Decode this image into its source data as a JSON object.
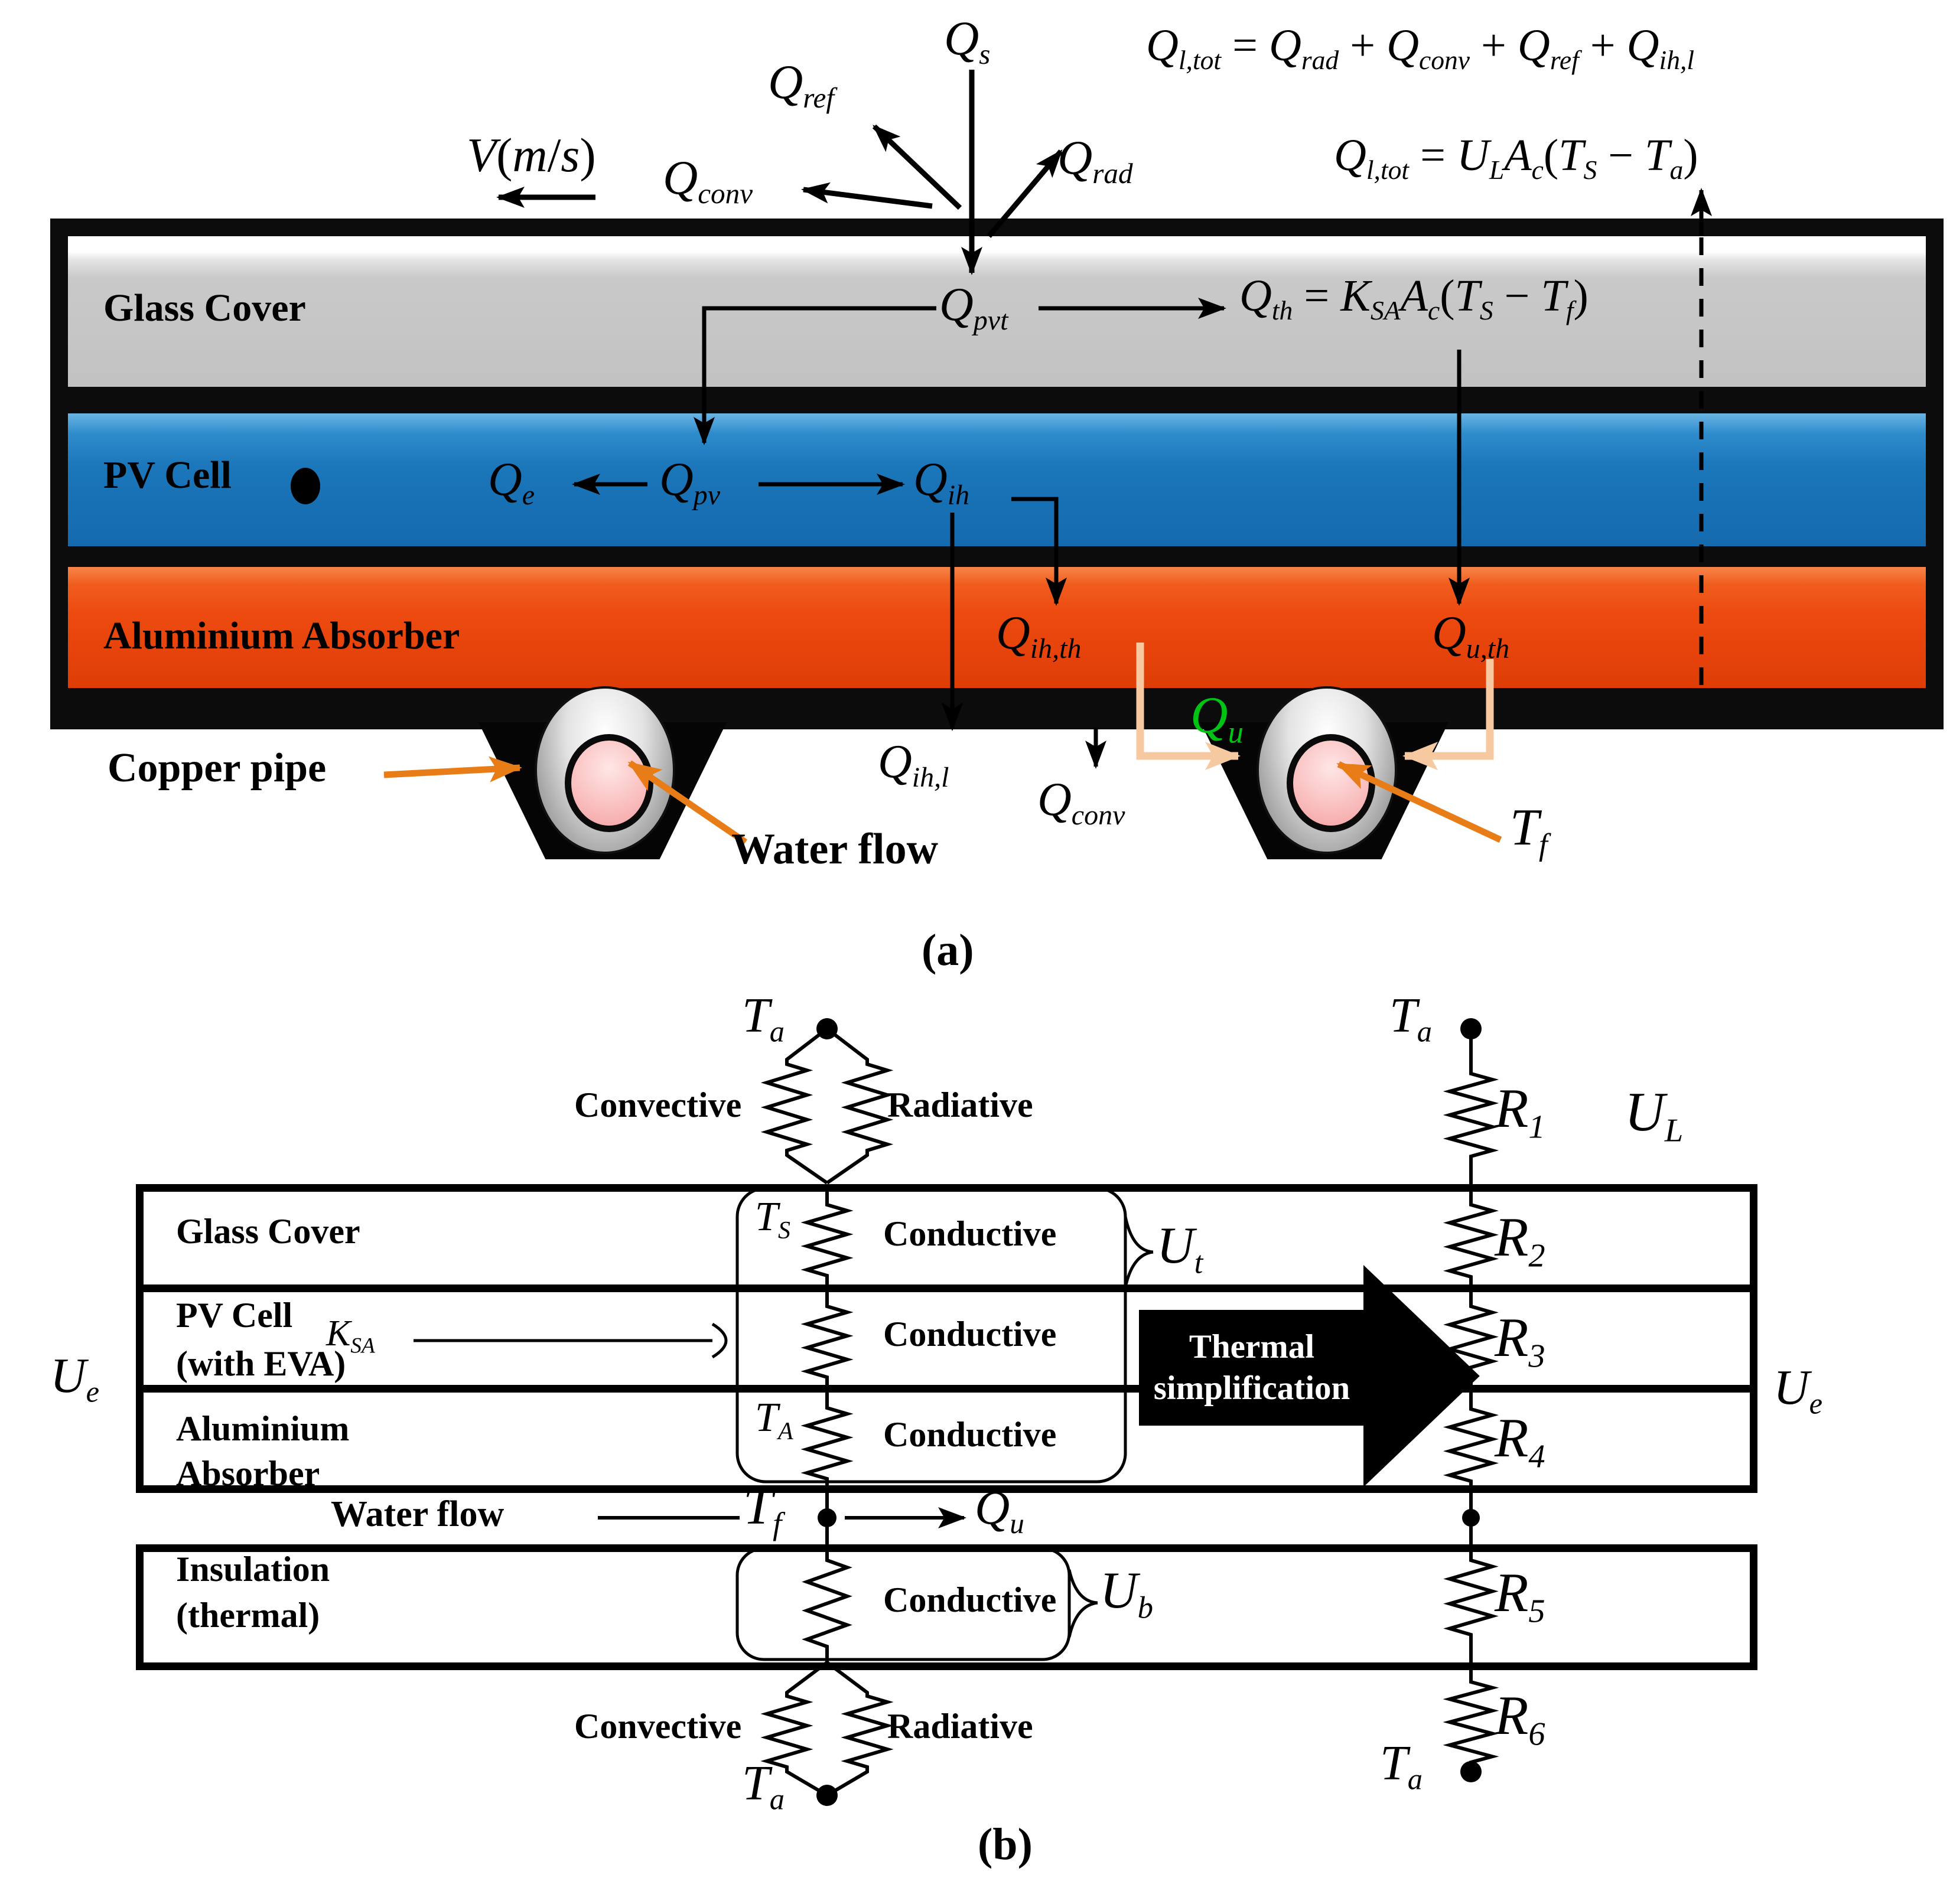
{
  "figure_a": {
    "caption": "(a)",
    "equations": {
      "loss_total": [
        [
          "v",
          "Q"
        ],
        [
          "s",
          "l,tot"
        ],
        [
          "p",
          " = "
        ],
        [
          "v",
          "Q"
        ],
        [
          "s",
          "rad"
        ],
        [
          "p",
          " + "
        ],
        [
          "v",
          "Q"
        ],
        [
          "s",
          "conv"
        ],
        [
          "p",
          " + "
        ],
        [
          "v",
          "Q"
        ],
        [
          "s",
          "ref"
        ],
        [
          "p",
          " + "
        ],
        [
          "v",
          "Q"
        ],
        [
          "s",
          "ih,l"
        ]
      ],
      "loss_ul": [
        [
          "v",
          "Q"
        ],
        [
          "s",
          "l,tot"
        ],
        [
          "p",
          " = "
        ],
        [
          "v",
          "U"
        ],
        [
          "s",
          "L"
        ],
        [
          "v",
          "A"
        ],
        [
          "s",
          "c"
        ],
        [
          "p",
          "("
        ],
        [
          "v",
          "T"
        ],
        [
          "s",
          "S"
        ],
        [
          "p",
          " − "
        ],
        [
          "v",
          "T"
        ],
        [
          "s",
          "a"
        ],
        [
          "p",
          ")"
        ]
      ],
      "q_th": [
        [
          "v",
          "Q"
        ],
        [
          "s",
          "th"
        ],
        [
          "p",
          " = "
        ],
        [
          "v",
          "K"
        ],
        [
          "s",
          "SA"
        ],
        [
          "v",
          "A"
        ],
        [
          "s",
          "c"
        ],
        [
          "p",
          "("
        ],
        [
          "v",
          "T"
        ],
        [
          "s",
          "S"
        ],
        [
          "p",
          " − "
        ],
        [
          "v",
          "T"
        ],
        [
          "s",
          "f"
        ],
        [
          "p",
          ")"
        ]
      ]
    },
    "flux": {
      "qs": [
        [
          "v",
          "Q"
        ],
        [
          "s",
          "s"
        ]
      ],
      "qref": [
        [
          "v",
          "Q"
        ],
        [
          "s",
          "ref"
        ]
      ],
      "qconv_top": [
        [
          "v",
          "Q"
        ],
        [
          "s",
          "conv"
        ]
      ],
      "qrad": [
        [
          "v",
          "Q"
        ],
        [
          "s",
          "rad"
        ]
      ],
      "wind": [
        [
          "v",
          "V"
        ],
        [
          "p",
          "("
        ],
        [
          "v",
          "m"
        ],
        [
          "p",
          "/"
        ],
        [
          "v",
          "s"
        ],
        [
          "p",
          ")"
        ]
      ],
      "qpvt": [
        [
          "v",
          "Q"
        ],
        [
          "s",
          "pvt"
        ]
      ],
      "qpv": [
        [
          "v",
          "Q"
        ],
        [
          "s",
          "pv"
        ]
      ],
      "qe": [
        [
          "v",
          "Q"
        ],
        [
          "s",
          "e"
        ]
      ],
      "qih": [
        [
          "v",
          "Q"
        ],
        [
          "s",
          "ih"
        ]
      ],
      "qih_th": [
        [
          "v",
          "Q"
        ],
        [
          "s",
          "ih,th"
        ]
      ],
      "qu_th": [
        [
          "v",
          "Q"
        ],
        [
          "s",
          "u,th"
        ]
      ],
      "qih_l": [
        [
          "v",
          "Q"
        ],
        [
          "s",
          "ih,l"
        ]
      ],
      "qconv_btm": [
        [
          "v",
          "Q"
        ],
        [
          "s",
          "conv"
        ]
      ],
      "qu": [
        [
          "v",
          "Q"
        ],
        [
          "s",
          "u"
        ]
      ],
      "tf": [
        [
          "v",
          "T"
        ],
        [
          "s",
          "f"
        ]
      ]
    },
    "layers": {
      "glass": "Glass Cover",
      "pv": "PV Cell",
      "absorber": "Aluminium  Absorber"
    },
    "annotations": {
      "copper_pipe": "Copper pipe",
      "water_flow": "Water flow"
    }
  },
  "figure_b": {
    "caption": "(b)",
    "rows": {
      "glass": "Glass Cover",
      "pv_line1": "PV Cell",
      "pv_line2": "(with EVA)",
      "abs_line1": "Aluminium",
      "abs_line2": "Absorber",
      "ins_line1": "Insulation",
      "ins_line2": "(thermal)"
    },
    "resistor_types": {
      "convective": "Convective",
      "radiative": "Radiative",
      "conductive": "Conductive"
    },
    "nodes": {
      "ta": [
        [
          "v",
          "T"
        ],
        [
          "s",
          "a"
        ]
      ],
      "ts": [
        [
          "v",
          "T"
        ],
        [
          "s",
          "S"
        ]
      ],
      "tA": [
        [
          "v",
          "T"
        ],
        [
          "s",
          "A"
        ]
      ],
      "tf": [
        [
          "v",
          "T"
        ],
        [
          "s",
          "f"
        ]
      ]
    },
    "coefficients": {
      "ksa": [
        [
          "v",
          "K"
        ],
        [
          "s",
          "SA"
        ]
      ],
      "ut": [
        [
          "v",
          "U"
        ],
        [
          "s",
          "t"
        ]
      ],
      "ub": [
        [
          "v",
          "U"
        ],
        [
          "s",
          "b"
        ]
      ],
      "ue": [
        [
          "v",
          "U"
        ],
        [
          "s",
          "e"
        ]
      ],
      "ul": [
        [
          "v",
          "U"
        ],
        [
          "s",
          "L"
        ]
      ]
    },
    "water": {
      "label": "Water flow",
      "qu": [
        [
          "v",
          "Q"
        ],
        [
          "s",
          "u"
        ]
      ]
    },
    "simplified": {
      "r1": [
        [
          "v",
          "R"
        ],
        [
          "s",
          "1"
        ]
      ],
      "r2": [
        [
          "v",
          "R"
        ],
        [
          "s",
          "2"
        ]
      ],
      "r3": [
        [
          "v",
          "R"
        ],
        [
          "s",
          "3"
        ]
      ],
      "r4": [
        [
          "v",
          "R"
        ],
        [
          "s",
          "4"
        ]
      ],
      "r5": [
        [
          "v",
          "R"
        ],
        [
          "s",
          "5"
        ]
      ],
      "r6": [
        [
          "v",
          "R"
        ],
        [
          "s",
          "6"
        ]
      ]
    },
    "arrow": {
      "line1": "Thermal",
      "line2": "simplification"
    }
  },
  "colors": {
    "glass": "#c9c9c9",
    "pv": "#1b76ba",
    "abs": "#ed4a10",
    "qu_green": "#00c414",
    "annot_orange": "#e87d18",
    "bracket_peach": "#f6c9a0"
  }
}
